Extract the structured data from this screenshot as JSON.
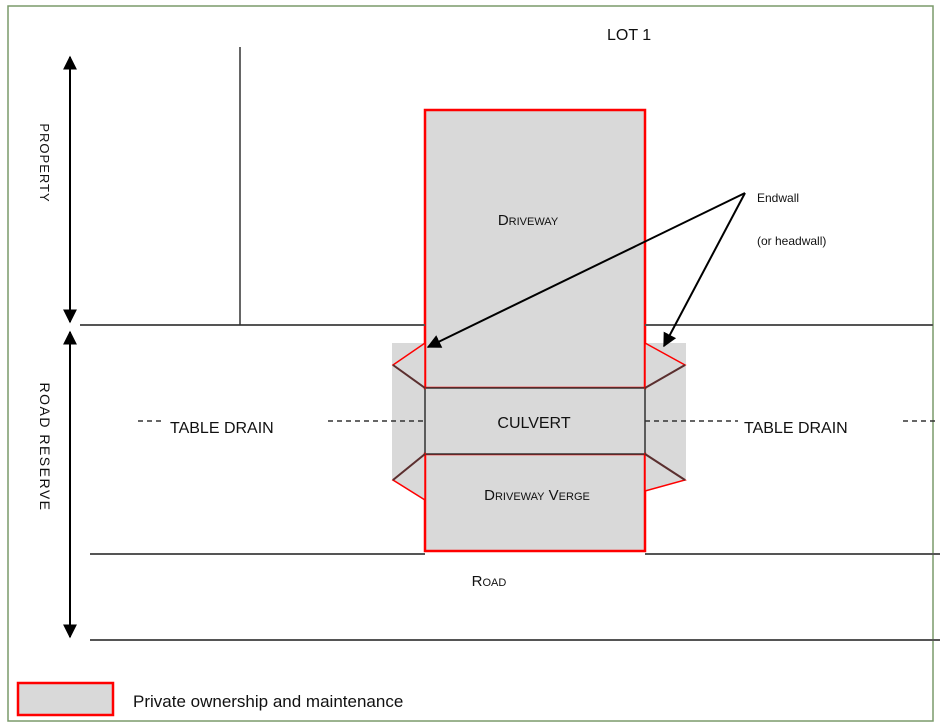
{
  "labels": {
    "lot": "LOT 1",
    "property": "PROPERTY",
    "road_reserve": "ROAD RESERVE",
    "driveway": "Driveway",
    "endwall": "Endwall",
    "endwall_alt": "(or headwall)",
    "table_drain_left": "TABLE DRAIN",
    "table_drain_right": "TABLE DRAIN",
    "culvert": "CULVERT",
    "driveway_verge": "Driveway Verge",
    "road": "Road"
  },
  "legend": {
    "label": "Private ownership and maintenance"
  },
  "colors": {
    "private_fill": "#d9d9d9",
    "private_outline": "#ff0000",
    "line": "#555555",
    "frame": "#7a9a6a",
    "text": "#111111"
  }
}
